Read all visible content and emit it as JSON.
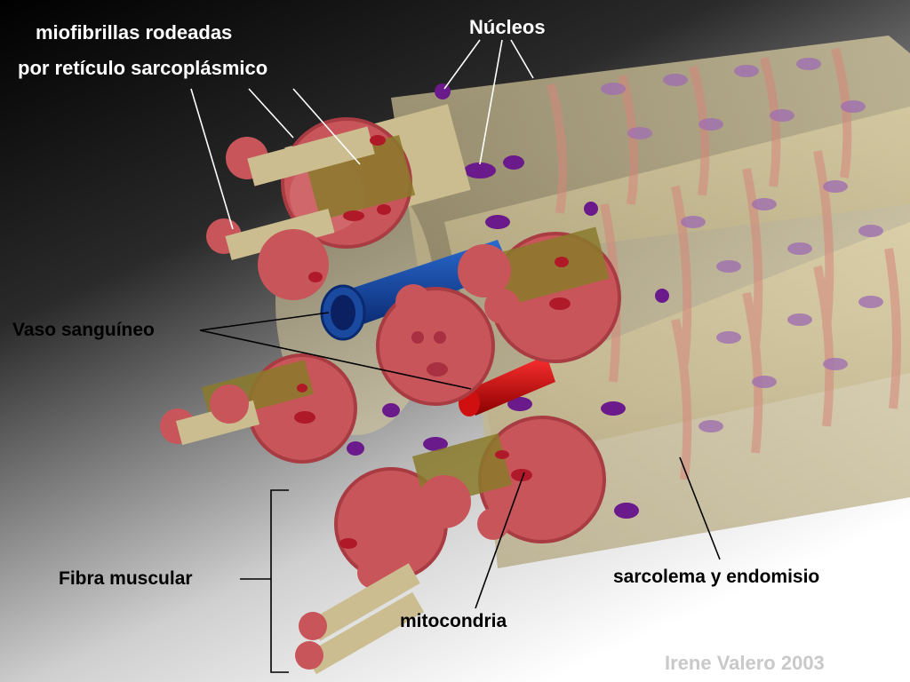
{
  "labels": {
    "myofibrils_line1": "miofibrillas rodeadas",
    "myofibrils_line2": "por retículo sarcoplásmico",
    "nuclei": "Núcleos",
    "blood_vessel": "Vaso sanguíneo",
    "muscle_fiber": "Fibra muscular",
    "mitochondria": "mitocondria",
    "sarcolemma": "sarcolema y endomisio"
  },
  "credit": "Irene Valero 2003",
  "colors": {
    "fiber_tan": "#c8b98c",
    "myofibril_red": "#c8555a",
    "reticulum_olive": "#8a7a2a",
    "nucleus_purple": "#6a1a8a",
    "vein_blue": "#1a4aa0",
    "artery_red": "#d01010"
  }
}
